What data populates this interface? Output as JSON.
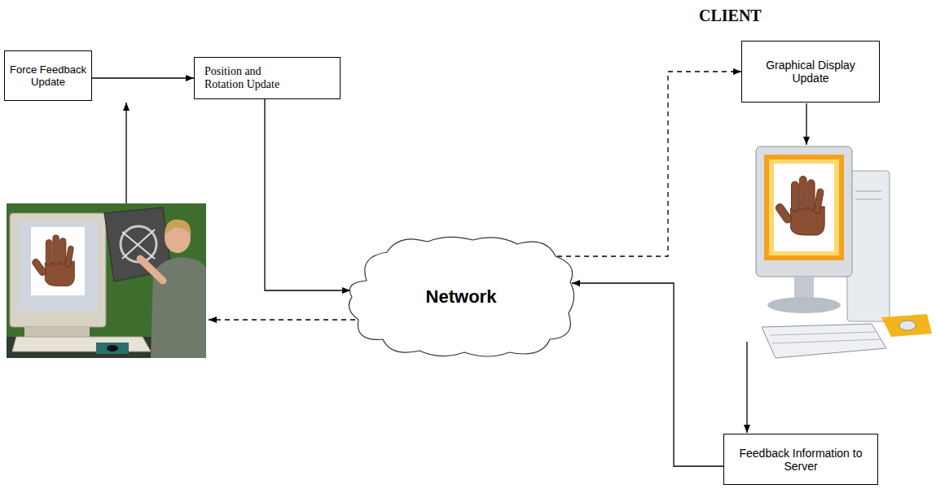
{
  "diagram": {
    "nodes": [
      {
        "text": [
          "Force Feedback Update"
        ]
      },
      {
        "text": [
          "Position and Rotation Update"
        ]
      },
      {
        "text": [
          "Graphical Display Update"
        ]
      },
      {
        "text": [
          "Network"
        ]
      },
      {
        "text": [
          "Feedback Information to Server"
        ]
      }
    ],
    "edges": [
      {
        "from": 0,
        "to": 1,
        "arrow": "to"
      },
      {
        "from": 1,
        "to": 3,
        "arrow": "to"
      },
      {
        "from": 3,
        "to": 2,
        "arrow": "to"
      },
      {
        "from": 4,
        "to": 3,
        "arrow": "to"
      }
    ],
    "labels": [
      "CLIENT"
    ]
  }
}
